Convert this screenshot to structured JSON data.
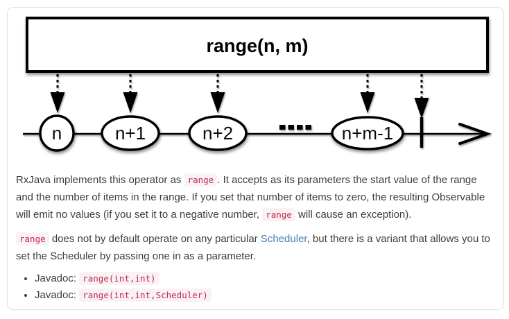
{
  "colors": {
    "text": "#3d3d3d",
    "code_text": "#c7254e",
    "code_bg": "#f9f2f4",
    "link": "#4580b9",
    "card_border": "#e0e0e0",
    "diagram_ink": "#000000"
  },
  "diagram": {
    "operator_label": "range(n, m)",
    "ellipsis": "....",
    "marbles": [
      {
        "label": "n"
      },
      {
        "label": "n+1"
      },
      {
        "label": "n+2"
      },
      {
        "label": "n+m-1"
      }
    ]
  },
  "content": {
    "paragraph1": {
      "part1": "RxJava implements this operator as",
      "code1": "range",
      "part2": ". It accepts as its parameters the start value of the range and the number of items in the range. If you set that number of items to zero, the resulting Observable will emit no values (if you set it to a negative number,",
      "code2": "range",
      "part3": "will cause an exception)."
    },
    "paragraph2": {
      "code1": "range",
      "part1": "does not by default operate on any particular",
      "link1": "Scheduler",
      "part2": ", but there is a variant that allows you to set the Scheduler by passing one in as a parameter."
    },
    "bullets": [
      {
        "label": "Javadoc:",
        "code": "range(int,int)"
      },
      {
        "label": "Javadoc:",
        "code": "range(int,int,Scheduler)"
      }
    ]
  }
}
